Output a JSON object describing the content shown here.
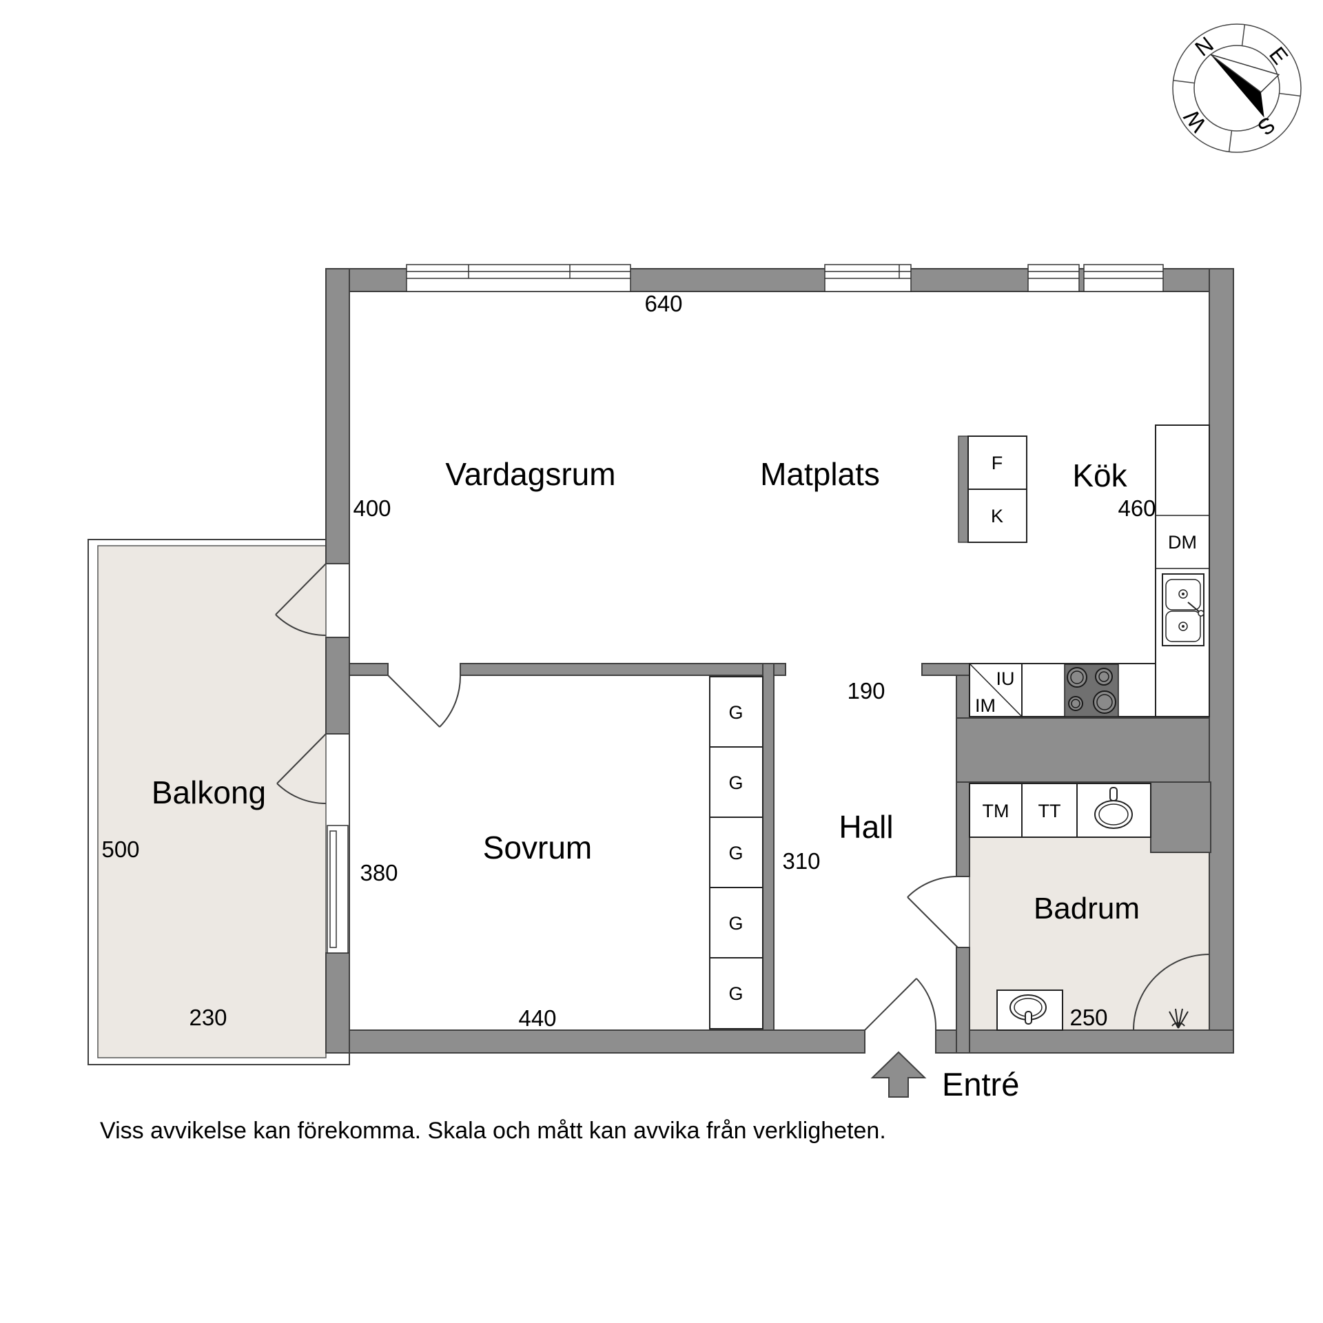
{
  "compass": {
    "north": "N",
    "east": "E",
    "south": "S",
    "west": "W"
  },
  "rooms": {
    "vardagsrum": {
      "label": "Vardagsrum",
      "dim_width": "640",
      "dim_height": "400"
    },
    "matplats": {
      "label": "Matplats"
    },
    "kok": {
      "label": "Kök",
      "dim_width": "460"
    },
    "hall": {
      "label": "Hall",
      "dim_opening": "190",
      "dim_height": "310"
    },
    "sovrum": {
      "label": "Sovrum",
      "dim_width": "440",
      "dim_window": "380"
    },
    "balkong": {
      "label": "Balkong",
      "dim_depth": "500",
      "dim_width": "230"
    },
    "badrum": {
      "label": "Badrum",
      "dim_width": "250"
    }
  },
  "fixtures": {
    "fridge": "F",
    "freezer": "K",
    "dishwasher": "DM",
    "iu": "IU",
    "im": "IM",
    "washing_machine": "TM",
    "tumble_dryer": "TT",
    "wardrobe": "G"
  },
  "entrance_label": "Entré",
  "disclaimer": "Viss avvikelse kan förekomma. Skala och mått kan avvika från verkligheten.",
  "colors": {
    "wall": "#8e8e8e",
    "outline": "#3f3f3f",
    "floor_accent": "#ece8e3",
    "stove": "#707070"
  }
}
